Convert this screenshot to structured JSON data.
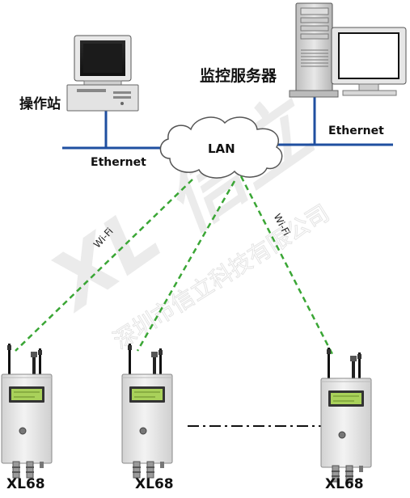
{
  "labels": {
    "operator_station": "操作站",
    "monitor_server": "监控服务器",
    "lan": "LAN",
    "ethernet_left": "Ethernet",
    "ethernet_right": "Ethernet",
    "wifi_left": "Wi-Fi",
    "wifi_right": "Wi-Fi"
  },
  "devices": [
    {
      "name": "XL68"
    },
    {
      "name": "XL68"
    },
    {
      "name": "XL68"
    }
  ],
  "watermark": {
    "logo": "XL 信立",
    "company": "深圳市信立科技有限公司"
  },
  "colors": {
    "ethernet_line": "#1f4fa0",
    "wifi_line": "#3aa635",
    "serial_line": "#111111",
    "device_body": "#e6e6e6",
    "lcd": "#a9d15a",
    "watermark": "#dddddd"
  }
}
